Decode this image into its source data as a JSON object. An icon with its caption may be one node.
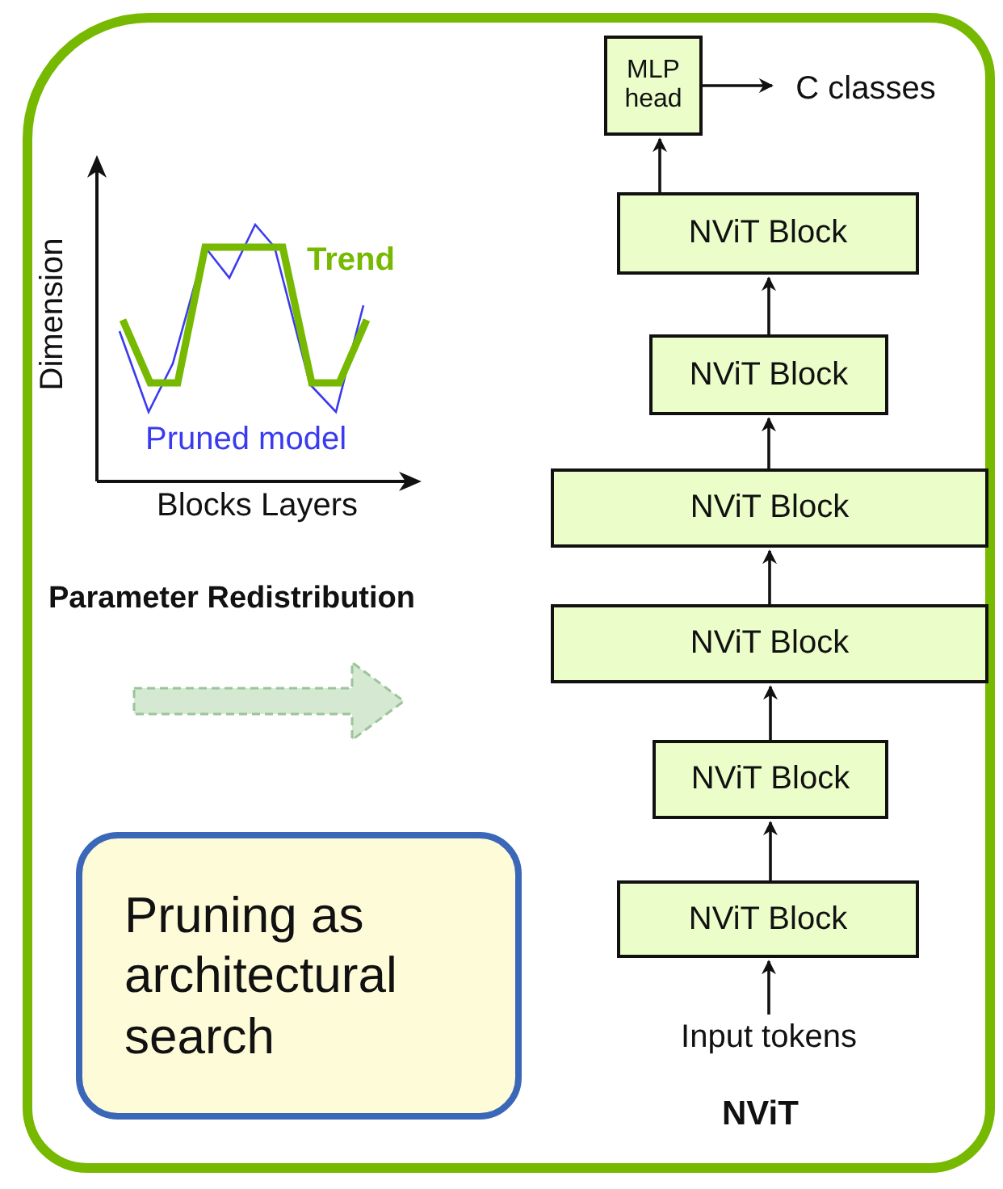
{
  "diagram": {
    "nodes": [
      {
        "text": [
          "MLP head"
        ]
      },
      {
        "text": [
          "C classes"
        ]
      },
      {
        "text": [
          "NViT Block"
        ]
      },
      {
        "text": [
          "NViT Block"
        ]
      },
      {
        "text": [
          "NViT Block"
        ]
      },
      {
        "text": [
          "NViT Block"
        ]
      },
      {
        "text": [
          "NViT Block"
        ]
      },
      {
        "text": [
          "NViT Block"
        ]
      },
      {
        "text": [
          "Input tokens"
        ]
      },
      {
        "text": [
          "Pruning as architectural search"
        ]
      }
    ],
    "edges": [
      {
        "from": 8,
        "to": 7,
        "arrow": "to"
      },
      {
        "from": 7,
        "to": 6,
        "arrow": "to"
      },
      {
        "from": 6,
        "to": 5,
        "arrow": "to"
      },
      {
        "from": 5,
        "to": 4,
        "arrow": "to"
      },
      {
        "from": 4,
        "to": 3,
        "arrow": "to"
      },
      {
        "from": 3,
        "to": 2,
        "arrow": "to"
      },
      {
        "from": 2,
        "to": 0,
        "arrow": "to"
      },
      {
        "from": 0,
        "to": 1,
        "arrow": "to"
      }
    ],
    "labels": [
      "Dimension",
      "Trend",
      "Pruned model",
      "Blocks Layers",
      "Parameter Redistribution",
      "NViT"
    ]
  }
}
